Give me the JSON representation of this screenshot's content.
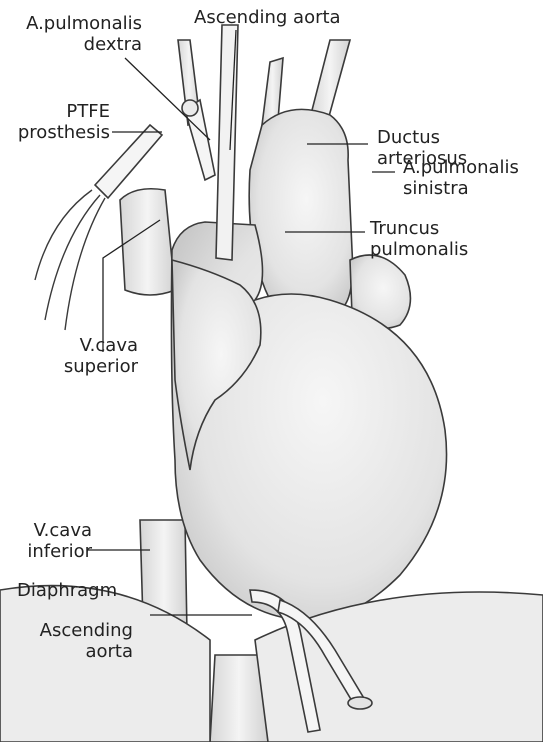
{
  "labels": {
    "ascending_aorta_top": "Ascending aorta",
    "a_pulmonalis_dextra": [
      "A.pulmonalis",
      "dextra"
    ],
    "ptfe_prosthesis": [
      "PTFE",
      "prosthesis"
    ],
    "ductus_arteriosus": [
      "Ductus",
      "arteriosus"
    ],
    "a_pulmonalis_sinistra": [
      "A.pulmonalis",
      "sinistra"
    ],
    "truncus_pulmonalis": [
      "Truncus",
      "pulmonalis"
    ],
    "v_cava_superior": [
      "V.cava",
      "superior"
    ],
    "v_cava_inferior": [
      "V.cava",
      "inferior"
    ],
    "diaphragm": "Diaphragm",
    "ascending_aorta_bottom": [
      "Ascending",
      "aorta"
    ]
  },
  "colors": {
    "heart_fill": "#e9e9e9",
    "vessel_fill": "#efefef",
    "outline": "#3a3a3a",
    "leader": "#222222"
  }
}
